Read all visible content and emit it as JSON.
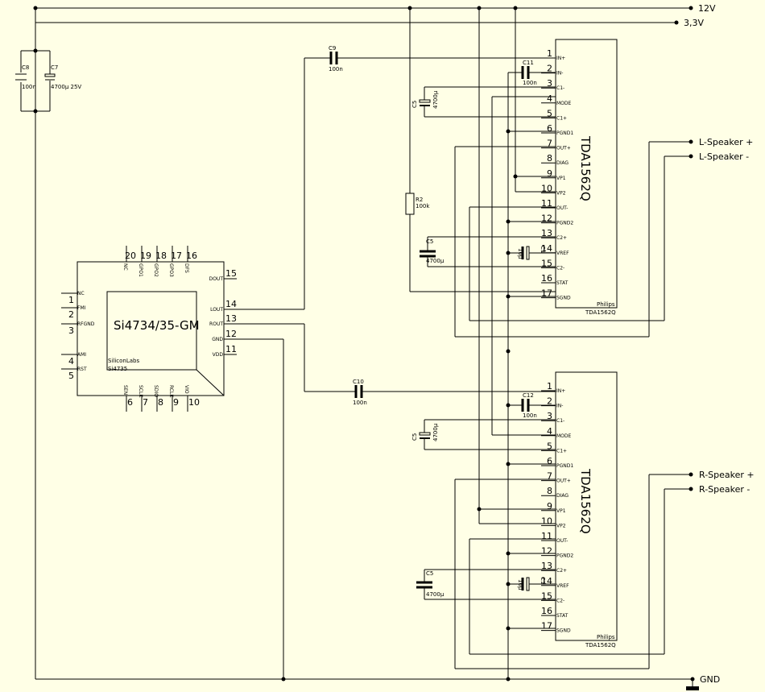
{
  "rails": {
    "v12": "12V",
    "v33": "3,3V",
    "gnd": "GND"
  },
  "outputs": {
    "l_plus": "L-Speaker +",
    "l_minus": "L-Speaker -",
    "r_plus": "R-Speaker +",
    "r_minus": "R-Speaker -"
  },
  "radio": {
    "title": "Si4734/35-GM",
    "maker": "SiliconLabs",
    "part": "Si4735",
    "left_pins": [
      {
        "num": "1",
        "name": "NC"
      },
      {
        "num": "2",
        "name": "FMI"
      },
      {
        "num": "3",
        "name": "RFGND"
      },
      {
        "num": "4",
        "name": "AMI"
      },
      {
        "num": "5",
        "name": "RST"
      }
    ],
    "top_pins": [
      {
        "num": "20",
        "name": "NC"
      },
      {
        "num": "19",
        "name": "GPO1"
      },
      {
        "num": "18",
        "name": "GPO2"
      },
      {
        "num": "17",
        "name": "GPO3"
      },
      {
        "num": "16",
        "name": "DFS"
      }
    ],
    "right_pins": [
      {
        "num": "15",
        "name": "DOUT"
      },
      {
        "num": "14",
        "name": "LOUT"
      },
      {
        "num": "13",
        "name": "ROUT"
      },
      {
        "num": "12",
        "name": "GND"
      },
      {
        "num": "11",
        "name": "VDD"
      }
    ],
    "bottom_pins": [
      {
        "num": "6",
        "name": "SEN"
      },
      {
        "num": "7",
        "name": "SCLK"
      },
      {
        "num": "8",
        "name": "SDIO"
      },
      {
        "num": "9",
        "name": "RCLK"
      },
      {
        "num": "10",
        "name": "VIO"
      }
    ]
  },
  "amp": {
    "title": "TDA1562Q",
    "maker": "Philips",
    "part": "TDA1562Q",
    "pins": [
      {
        "num": "1",
        "name": "IN+"
      },
      {
        "num": "2",
        "name": "IN-"
      },
      {
        "num": "3",
        "name": "C1-"
      },
      {
        "num": "4",
        "name": "MODE"
      },
      {
        "num": "5",
        "name": "C1+"
      },
      {
        "num": "6",
        "name": "PGND1"
      },
      {
        "num": "7",
        "name": "OUT+"
      },
      {
        "num": "8",
        "name": "DIAG"
      },
      {
        "num": "9",
        "name": "VP1"
      },
      {
        "num": "10",
        "name": "VP2"
      },
      {
        "num": "11",
        "name": "OUT-"
      },
      {
        "num": "12",
        "name": "PGND2"
      },
      {
        "num": "13",
        "name": "C2+"
      },
      {
        "num": "14",
        "name": "VREF"
      },
      {
        "num": "15",
        "name": "C2-"
      },
      {
        "num": "16",
        "name": "STAT"
      },
      {
        "num": "17",
        "name": "SGND"
      }
    ]
  },
  "parts": {
    "c8": {
      "ref": "C8",
      "value": "100n"
    },
    "c7": {
      "ref": "C7",
      "value": "4700µ 25V"
    },
    "c9": {
      "ref": "C9",
      "value": "100n"
    },
    "c10": {
      "ref": "C10",
      "value": "100n"
    },
    "c11": {
      "ref": "C11",
      "value": "100n"
    },
    "c12": {
      "ref": "C12",
      "value": "100n"
    },
    "r2": {
      "ref": "R2",
      "value": "100k"
    },
    "c5a": {
      "ref": "C5",
      "value": "4700µ"
    },
    "c5b": {
      "ref": "C5",
      "value": "4700µ"
    },
    "c5c": {
      "ref": "C5",
      "value": "4700µ"
    },
    "c5d": {
      "ref": "C5",
      "value": "4700µ"
    },
    "c1a": {
      "ref": "C1",
      "value": "10µ"
    },
    "c1b": {
      "ref": "C1",
      "value": "10µ"
    }
  }
}
